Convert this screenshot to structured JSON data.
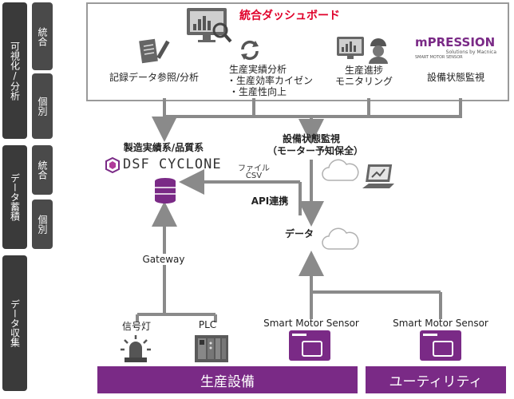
{
  "sidebar": {
    "analysis": {
      "label": "可視化/分析",
      "integrated": "統合",
      "individual": "個別"
    },
    "storage": {
      "label": "データ蓄積",
      "integrated": "統合",
      "individual": "個別"
    },
    "collection": {
      "label": "データ収集"
    }
  },
  "dashboard": {
    "title": "統合ダッシュボード",
    "items": [
      {
        "label_line1": "記録データ参照/分析"
      },
      {
        "label_line1": "生産実績分析",
        "label_line2": "・生産効率カイゼン",
        "label_line3": "・生産性向上"
      },
      {
        "label_line1": "生産進捗",
        "label_line2": "モニタリング"
      },
      {
        "label_line1": "設備状態監視"
      }
    ],
    "brand_logo": {
      "text": "mPRESSION",
      "sub": "Solutions by Macnica",
      "sub2": "SMART MOTOR SENSOR"
    }
  },
  "middle": {
    "quality_title": "製造実績系/品質系",
    "dsf_logo": "DSF CYCLONE",
    "monitor_title_line1": "設備状態監視",
    "monitor_title_line2": "（モーター予知保全）",
    "file_label_line1": "ファイル",
    "file_label_line2": "CSV",
    "api_label": "API連携",
    "data_label": "データ"
  },
  "bottom": {
    "gateway": "Gateway",
    "signal_light": "信号灯",
    "plc": "PLC",
    "sensor1": "Smart Motor Sensor",
    "sensor2": "Smart Motor Sensor",
    "production_band": "生産設備",
    "utility_band": "ユーティリティ"
  },
  "colors": {
    "accent_red": "#e0002a",
    "purple": "#7a2a86",
    "arrow_gray": "#8a8a8a",
    "sidebar_dark": "#3a3a3a"
  }
}
